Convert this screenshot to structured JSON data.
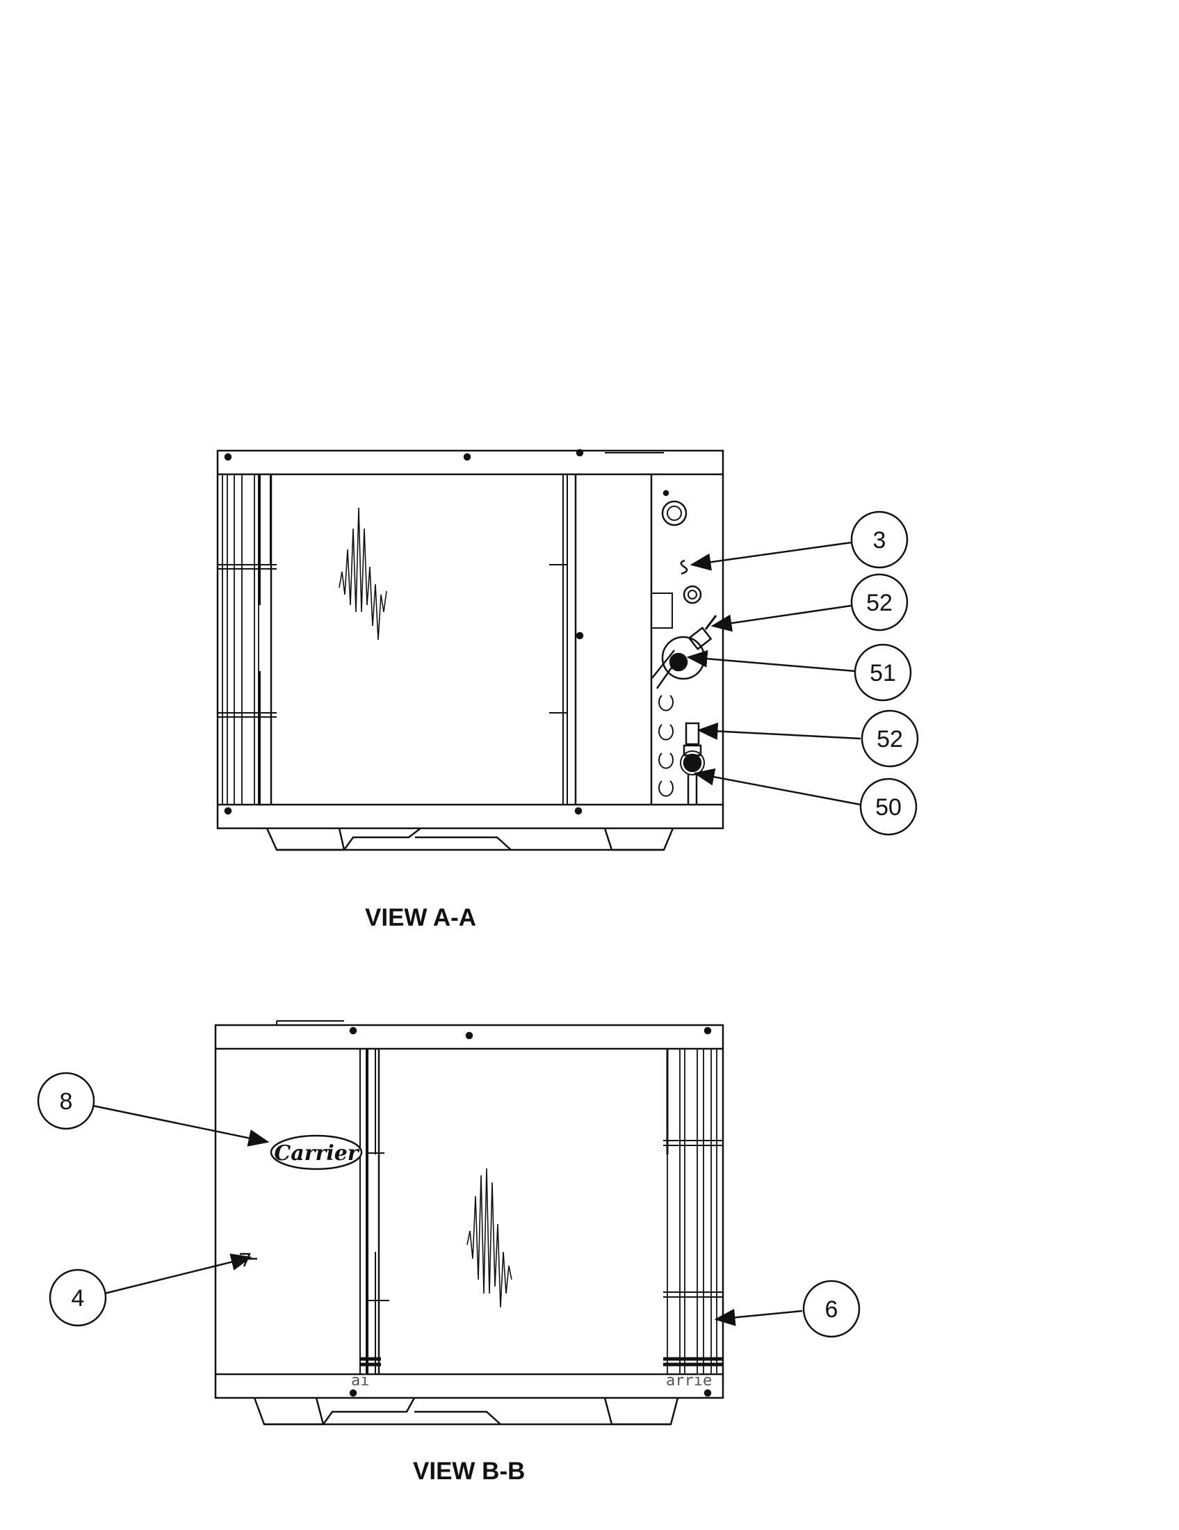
{
  "views": {
    "a": {
      "title": "VIEW A-A"
    },
    "b": {
      "title": "VIEW B-B",
      "logo_text": "Carrier",
      "fin_text_left": "ai",
      "fin_text_right": "arrie"
    }
  },
  "callouts": {
    "c3": "3",
    "c52a": "52",
    "c51": "51",
    "c52b": "52",
    "c50": "50",
    "c8": "8",
    "c4": "4",
    "c6": "6"
  },
  "colors": {
    "line": "#111111",
    "fill": "#ffffff",
    "shade": "#d8d8d8"
  }
}
